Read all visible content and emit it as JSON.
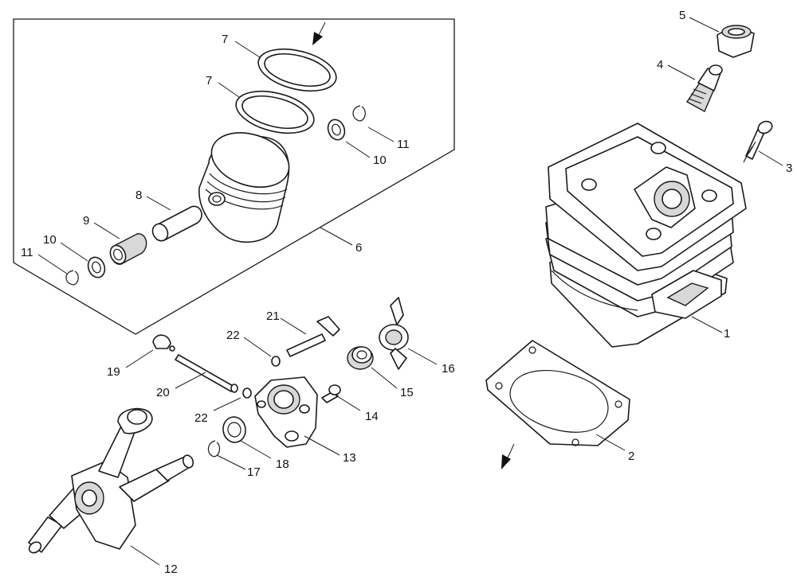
{
  "diagram": {
    "callouts": [
      {
        "id": "c1",
        "label": "1"
      },
      {
        "id": "c2",
        "label": "2"
      },
      {
        "id": "c3",
        "label": "3"
      },
      {
        "id": "c4",
        "label": "4"
      },
      {
        "id": "c5",
        "label": "5"
      },
      {
        "id": "c6",
        "label": "6"
      },
      {
        "id": "c7a",
        "label": "7"
      },
      {
        "id": "c7b",
        "label": "7"
      },
      {
        "id": "c8",
        "label": "8"
      },
      {
        "id": "c9",
        "label": "9"
      },
      {
        "id": "c10a",
        "label": "10"
      },
      {
        "id": "c10b",
        "label": "10"
      },
      {
        "id": "c11a",
        "label": "11"
      },
      {
        "id": "c11b",
        "label": "11"
      },
      {
        "id": "c12",
        "label": "12"
      },
      {
        "id": "c13",
        "label": "13"
      },
      {
        "id": "c14",
        "label": "14"
      },
      {
        "id": "c15",
        "label": "15"
      },
      {
        "id": "c16",
        "label": "16"
      },
      {
        "id": "c17",
        "label": "17"
      },
      {
        "id": "c18",
        "label": "18"
      },
      {
        "id": "c19",
        "label": "19"
      },
      {
        "id": "c20",
        "label": "20"
      },
      {
        "id": "c21",
        "label": "21"
      },
      {
        "id": "c22a",
        "label": "22"
      },
      {
        "id": "c22b",
        "label": "22"
      }
    ],
    "colors": {
      "line": "#1a1a1a",
      "background": "#ffffff",
      "shade": "#d8d8d8"
    }
  }
}
